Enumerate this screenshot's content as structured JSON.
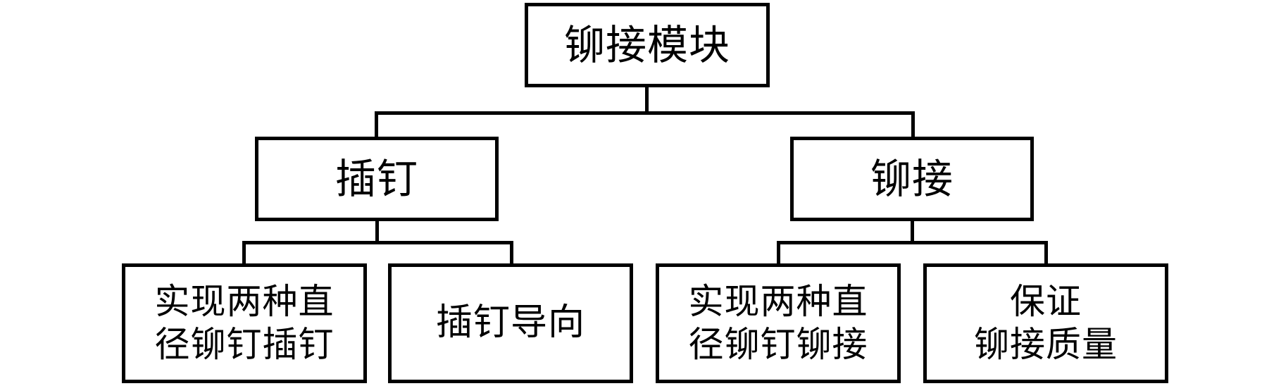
{
  "diagram": {
    "root": {
      "label": "铆接模块"
    },
    "branches": [
      {
        "label": "插钉",
        "children": [
          {
            "lines": [
              "实现两种直",
              "径铆钉插钉"
            ]
          },
          {
            "lines": [
              "插钉导向"
            ]
          }
        ]
      },
      {
        "label": "铆接",
        "children": [
          {
            "lines": [
              "实现两种直",
              "径铆钉铆接"
            ]
          },
          {
            "lines": [
              "保证",
              "铆接质量"
            ]
          }
        ]
      }
    ]
  }
}
